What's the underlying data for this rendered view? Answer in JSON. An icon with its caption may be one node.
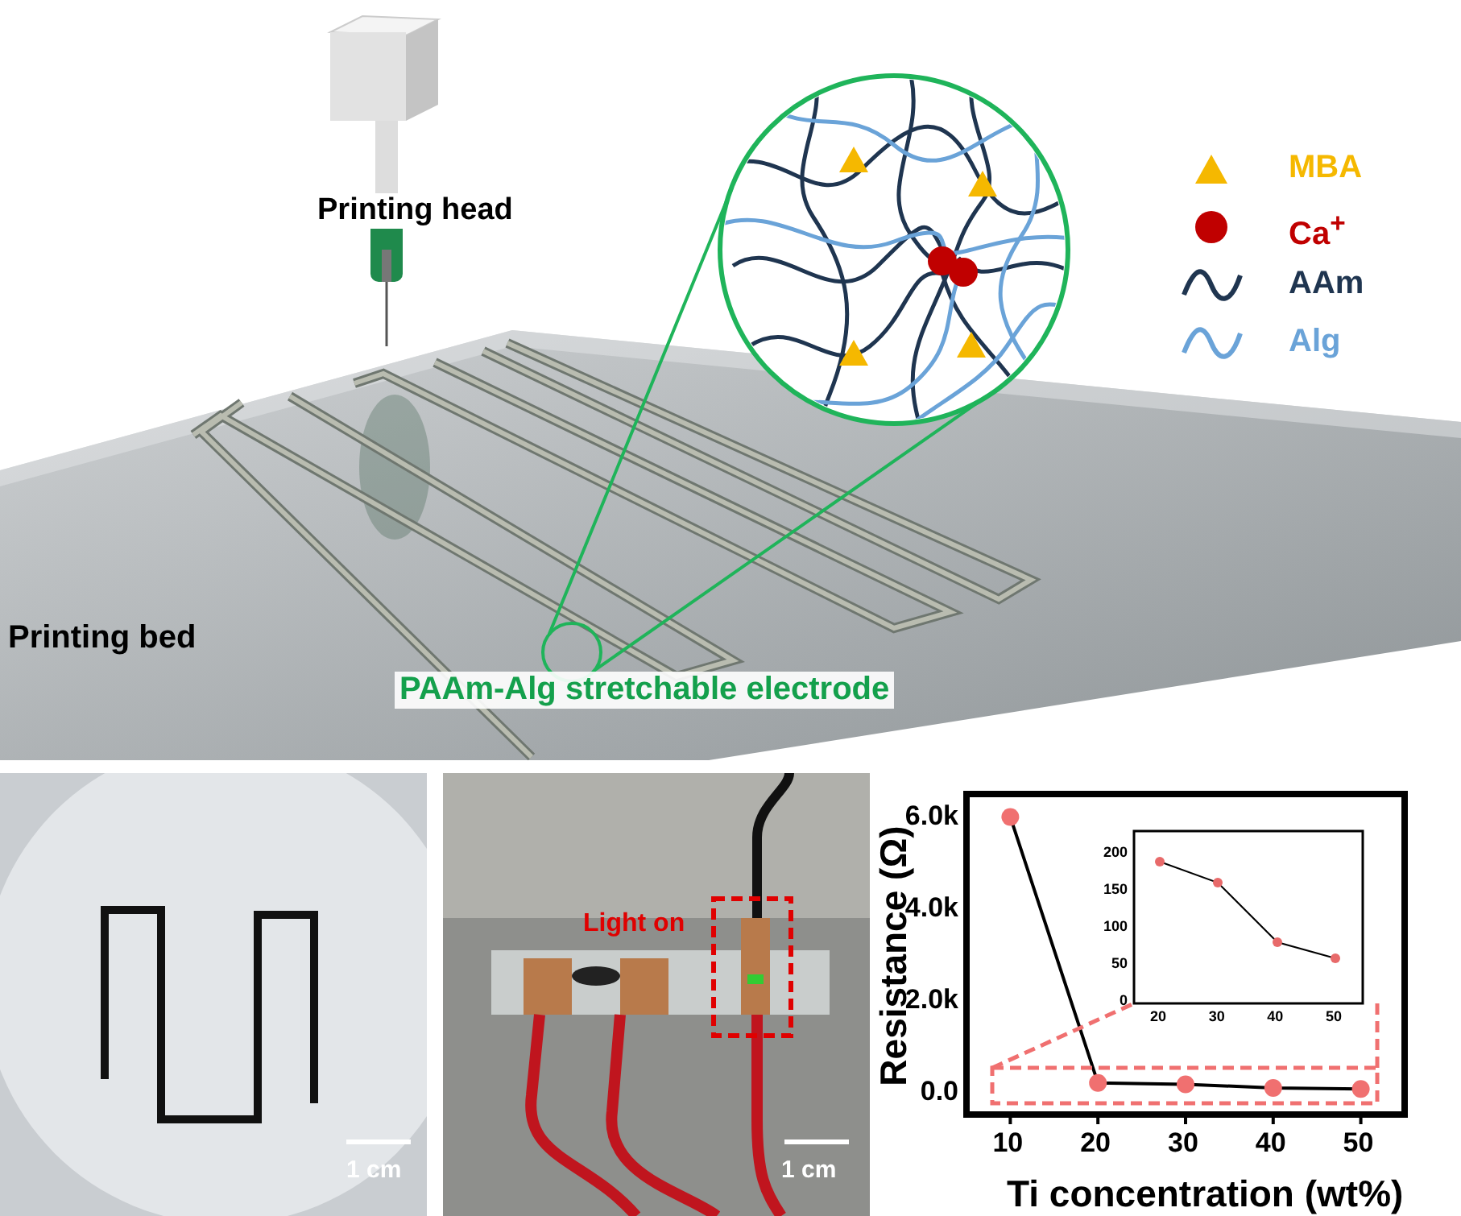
{
  "diagram": {
    "nodes": [
      {
        "text": [],
        "shape": "circle",
        "beside": [
          "PAAm-Alg stretchable electrode"
        ]
      },
      {
        "text": [],
        "shape": "circle"
      }
    ],
    "edges": [
      {
        "from": 0,
        "to": 1,
        "arrow": "none"
      }
    ],
    "labels": [
      "Printing head",
      "Printing bed",
      "Light on",
      "1 cm",
      "1 cm",
      "200",
      "150",
      "100",
      "50",
      "0",
      "20",
      "30",
      "40",
      "50"
    ],
    "legend": [
      {
        "text": "MBA"
      },
      {
        "text": "Ca$^{+}$"
      },
      {
        "text": "AAm"
      },
      {
        "text": "Alg"
      }
    ],
    "chart_data": {
      "type": "line",
      "xlabel": "Ti concentration (wt%)",
      "ylabel": "Resistance (Ω)",
      "x": [
        10,
        20,
        30,
        40,
        50
      ],
      "xlim": [
        5,
        55
      ],
      "ylim": [
        -500,
        6500
      ],
      "series": [
        {
          "color": "#f07070",
          "marker": "circle",
          "values": [
            6000,
            190,
            160,
            80,
            60
          ]
        }
      ],
      "xticks": [
        10,
        20,
        30,
        40,
        50
      ],
      "yticks": [
        {
          "value": 0,
          "label": "0.0"
        },
        {
          "value": 2000,
          "label": "2.0k"
        },
        {
          "value": 4000,
          "label": "4.0k"
        },
        {
          "value": 6000,
          "label": "6.0k"
        }
      ]
    }
  }
}
